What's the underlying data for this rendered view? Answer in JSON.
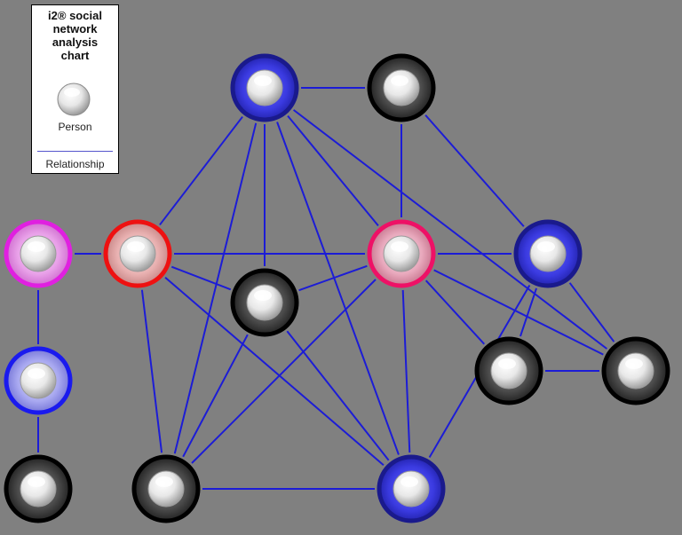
{
  "legend": {
    "title": "i2® social network analysis chart",
    "person_label": "Person",
    "relationship_label": "Relationship"
  },
  "colors": {
    "background": "#808080",
    "link": "#1c1cd6",
    "ring_navy": "#1a1a8c",
    "ring_black": "#000000",
    "ring_magenta": "#e020e0",
    "ring_red": "#ee1111",
    "ring_pink": "#ee1166",
    "ring_blue": "#1a1aee"
  },
  "nodes": [
    {
      "id": "n1",
      "style": "navy"
    },
    {
      "id": "n2",
      "style": "black"
    },
    {
      "id": "n3",
      "style": "magenta"
    },
    {
      "id": "n4",
      "style": "red"
    },
    {
      "id": "n5",
      "style": "pink"
    },
    {
      "id": "n6",
      "style": "navy"
    },
    {
      "id": "n7",
      "style": "black"
    },
    {
      "id": "n8",
      "style": "blue"
    },
    {
      "id": "n9",
      "style": "black"
    },
    {
      "id": "n10",
      "style": "black"
    },
    {
      "id": "n11",
      "style": "black"
    },
    {
      "id": "n12",
      "style": "black"
    },
    {
      "id": "n13",
      "style": "navy"
    }
  ],
  "links": [
    [
      "n1",
      "n2"
    ],
    [
      "n1",
      "n4"
    ],
    [
      "n1",
      "n7"
    ],
    [
      "n1",
      "n5"
    ],
    [
      "n1",
      "n12"
    ],
    [
      "n1",
      "n13"
    ],
    [
      "n1",
      "n11"
    ],
    [
      "n2",
      "n5"
    ],
    [
      "n2",
      "n6"
    ],
    [
      "n3",
      "n4"
    ],
    [
      "n3",
      "n8"
    ],
    [
      "n8",
      "n10"
    ],
    [
      "n4",
      "n5"
    ],
    [
      "n4",
      "n7"
    ],
    [
      "n4",
      "n11"
    ],
    [
      "n4",
      "n13"
    ],
    [
      "n5",
      "n6"
    ],
    [
      "n5",
      "n7"
    ],
    [
      "n5",
      "n11"
    ],
    [
      "n5",
      "n13"
    ],
    [
      "n5",
      "n9"
    ],
    [
      "n5",
      "n12"
    ],
    [
      "n6",
      "n9"
    ],
    [
      "n6",
      "n12"
    ],
    [
      "n6",
      "n13"
    ],
    [
      "n7",
      "n11"
    ],
    [
      "n7",
      "n13"
    ],
    [
      "n9",
      "n12"
    ],
    [
      "n11",
      "n13"
    ]
  ]
}
